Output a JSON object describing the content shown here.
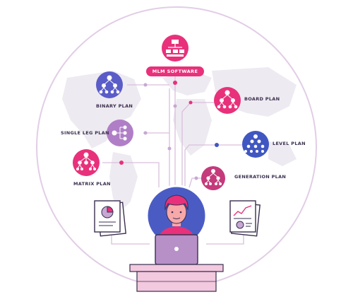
{
  "hub": {
    "label": "MLM SOFTWARE",
    "icon": "org-chart-icon",
    "color": "#e8317a"
  },
  "plans": [
    {
      "id": "binary-plan",
      "label": "BINARY PLAN",
      "icon": "binary-tree-icon",
      "color": "#5a5cc8"
    },
    {
      "id": "board-plan",
      "label": "BOARD PLAN",
      "icon": "board-tree-icon",
      "color": "#e8317a"
    },
    {
      "id": "single-leg-plan",
      "label": "SINGLE LEG PLAN",
      "icon": "single-leg-tree-icon",
      "color": "#b07ec6"
    },
    {
      "id": "level-plan",
      "label": "LEVEL  PLAN",
      "icon": "level-pyramid-icon",
      "color": "#4057c2"
    },
    {
      "id": "matrix-plan",
      "label": "MATRIX PLAN",
      "icon": "matrix-tree-icon",
      "color": "#e8317a"
    },
    {
      "id": "generation-plan",
      "label": "GENERATION PLAN",
      "icon": "generation-tree-icon",
      "color": "#c43a7a"
    }
  ],
  "colors": {
    "ring": "#e2cde6",
    "map": "#eeeaf1",
    "connector": "#d9bfdc",
    "dot_pink": "#e8317a",
    "dot_blue": "#4057c2",
    "dot_lilac": "#c8a7d3",
    "person_bg": "#4a5cc4",
    "hair": "#e8317a",
    "skin": "#f7a8a8",
    "laptop": "#b790c8",
    "desk": "#f2c9de"
  },
  "illustration": {
    "person": "user-avatar-icon",
    "laptop": "laptop-icon",
    "left_doc": "pie-chart-document-icon",
    "right_doc": "line-chart-document-icon"
  }
}
